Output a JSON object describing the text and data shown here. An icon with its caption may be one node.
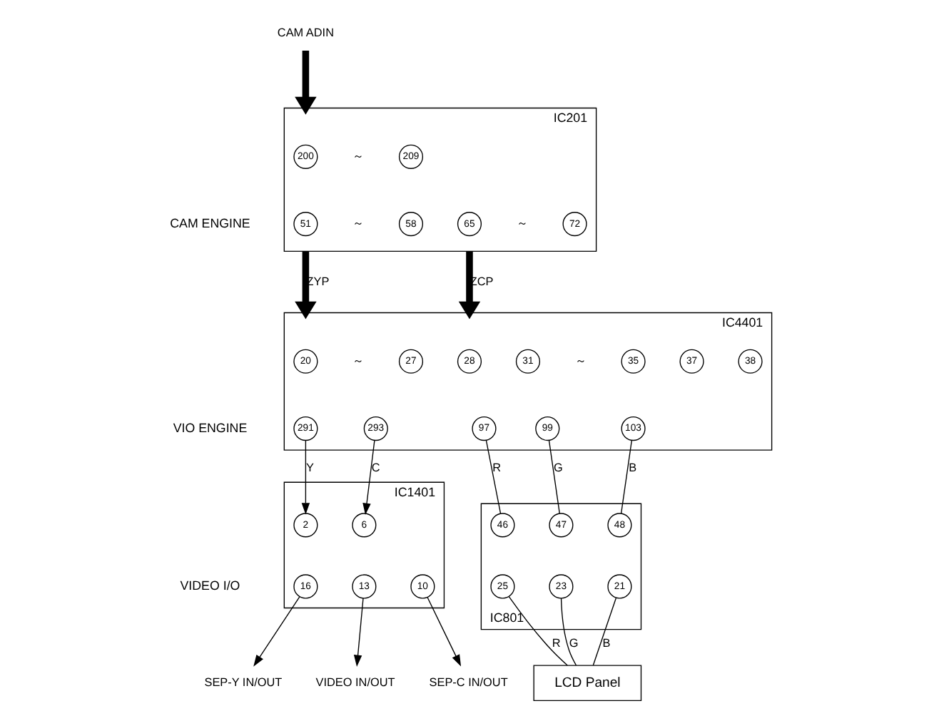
{
  "diagram": {
    "nodes": [
      {
        "text": [
          "CAM ADIN"
        ]
      },
      {
        "text": [
          "IC201"
        ],
        "beside": [
          "CAM ENGINE"
        ]
      },
      {
        "text": [
          "200"
        ],
        "in": 1
      },
      {
        "text": [
          "209"
        ],
        "in": 1
      },
      {
        "text": [
          "51"
        ],
        "in": 1
      },
      {
        "text": [
          "58"
        ],
        "in": 1
      },
      {
        "text": [
          "65"
        ],
        "in": 1
      },
      {
        "text": [
          "72"
        ],
        "in": 1
      },
      {
        "text": [
          "IC4401"
        ],
        "beside": [
          "VIO ENGINE"
        ]
      },
      {
        "text": [
          "20"
        ],
        "in": 8
      },
      {
        "text": [
          "27"
        ],
        "in": 8
      },
      {
        "text": [
          "28"
        ],
        "in": 8
      },
      {
        "text": [
          "31"
        ],
        "in": 8
      },
      {
        "text": [
          "35"
        ],
        "in": 8
      },
      {
        "text": [
          "37"
        ],
        "in": 8
      },
      {
        "text": [
          "38"
        ],
        "in": 8
      },
      {
        "text": [
          "291"
        ],
        "in": 8
      },
      {
        "text": [
          "293"
        ],
        "in": 8
      },
      {
        "text": [
          "97"
        ],
        "in": 8
      },
      {
        "text": [
          "99"
        ],
        "in": 8
      },
      {
        "text": [
          "103"
        ],
        "in": 8
      },
      {
        "text": [
          "IC1401"
        ],
        "beside": [
          "VIDEO I/O"
        ]
      },
      {
        "text": [
          "2"
        ],
        "in": 21
      },
      {
        "text": [
          "6"
        ],
        "in": 21
      },
      {
        "text": [
          "16"
        ],
        "in": 21
      },
      {
        "text": [
          "13"
        ],
        "in": 21
      },
      {
        "text": [
          "10"
        ],
        "in": 21
      },
      {
        "text": [
          "IC801"
        ]
      },
      {
        "text": [
          "46"
        ],
        "in": 27
      },
      {
        "text": [
          "47"
        ],
        "in": 27
      },
      {
        "text": [
          "48"
        ],
        "in": 27
      },
      {
        "text": [
          "25"
        ],
        "in": 27
      },
      {
        "text": [
          "23"
        ],
        "in": 27
      },
      {
        "text": [
          "21"
        ],
        "in": 27
      },
      {
        "text": [
          "LCD Panel"
        ]
      },
      {
        "text": [
          "SEP-Y IN/OUT"
        ]
      },
      {
        "text": [
          "VIDEO IN/OUT"
        ]
      },
      {
        "text": [
          "SEP-C IN/OUT"
        ]
      }
    ],
    "edges": [
      {
        "from": 0,
        "to": 1,
        "arrow": "to",
        "style": "thick"
      },
      {
        "from": 1,
        "to": 8,
        "arrow": "to",
        "style": "thick",
        "label": "ZYP"
      },
      {
        "from": 1,
        "to": 8,
        "arrow": "to",
        "style": "thick",
        "label": "ZCP"
      },
      {
        "from": 16,
        "to": 22,
        "arrow": "to",
        "label": "Y"
      },
      {
        "from": 17,
        "to": 23,
        "arrow": "to",
        "label": "C"
      },
      {
        "from": 18,
        "to": 28,
        "arrow": "none",
        "label": "R"
      },
      {
        "from": 19,
        "to": 29,
        "arrow": "none",
        "label": "G"
      },
      {
        "from": 20,
        "to": 30,
        "arrow": "none",
        "label": "B"
      },
      {
        "from": 24,
        "to": 35,
        "arrow": "to"
      },
      {
        "from": 25,
        "to": 36,
        "arrow": "to"
      },
      {
        "from": 26,
        "to": 37,
        "arrow": "to"
      },
      {
        "from": 31,
        "to": 34,
        "arrow": "none",
        "label": "R"
      },
      {
        "from": 32,
        "to": 34,
        "arrow": "none",
        "label": "G"
      },
      {
        "from": 33,
        "to": 34,
        "arrow": "none",
        "label": "B"
      }
    ],
    "labels": [
      "～",
      "～",
      "～",
      "～",
      "～"
    ]
  }
}
